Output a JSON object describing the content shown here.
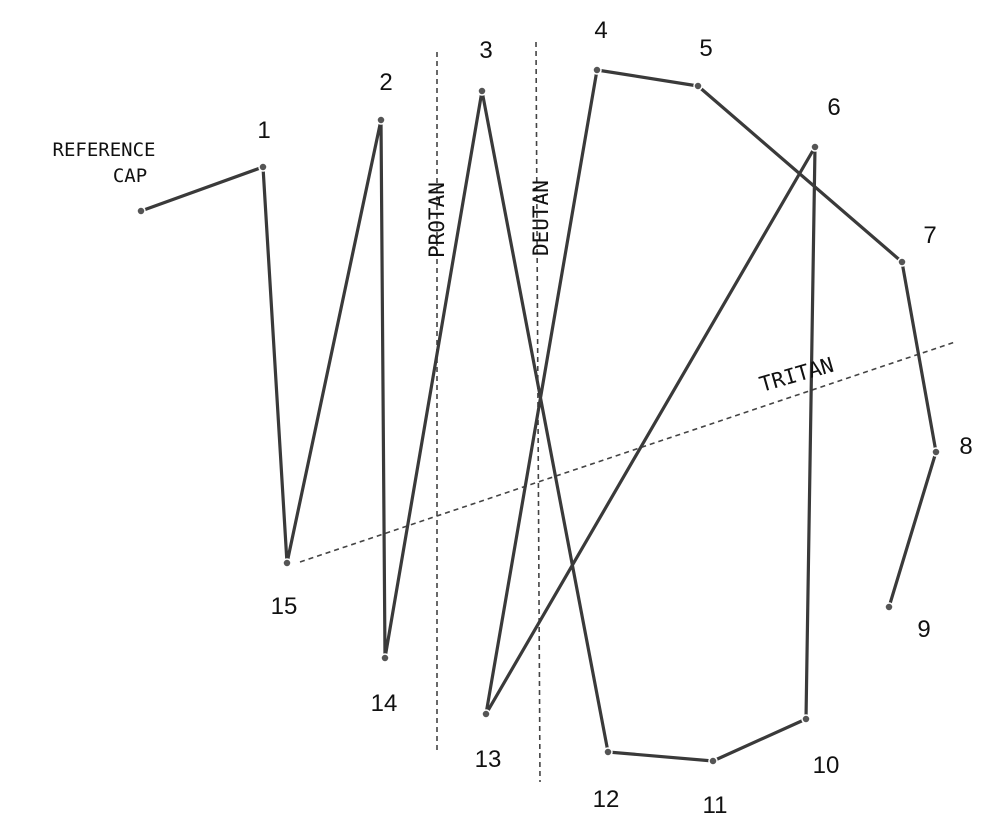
{
  "reference_cap": {
    "line1": "REFERENCE",
    "line2": "CAP"
  },
  "axes": {
    "protan": "PROTAN",
    "deutan": "DEUTAN",
    "tritan": "TRITAN"
  },
  "cap_labels": [
    "1",
    "2",
    "3",
    "4",
    "5",
    "6",
    "7",
    "8",
    "9",
    "10",
    "11",
    "12",
    "13",
    "14",
    "15"
  ],
  "arrangement_order": [
    "1",
    "15",
    "2",
    "14",
    "3",
    "12",
    "11",
    "10",
    "6",
    "13",
    "4",
    "5",
    "7",
    "8",
    "9"
  ],
  "colors": {
    "path": "#3a3a3a",
    "axis": "#444444",
    "text": "#111111"
  }
}
